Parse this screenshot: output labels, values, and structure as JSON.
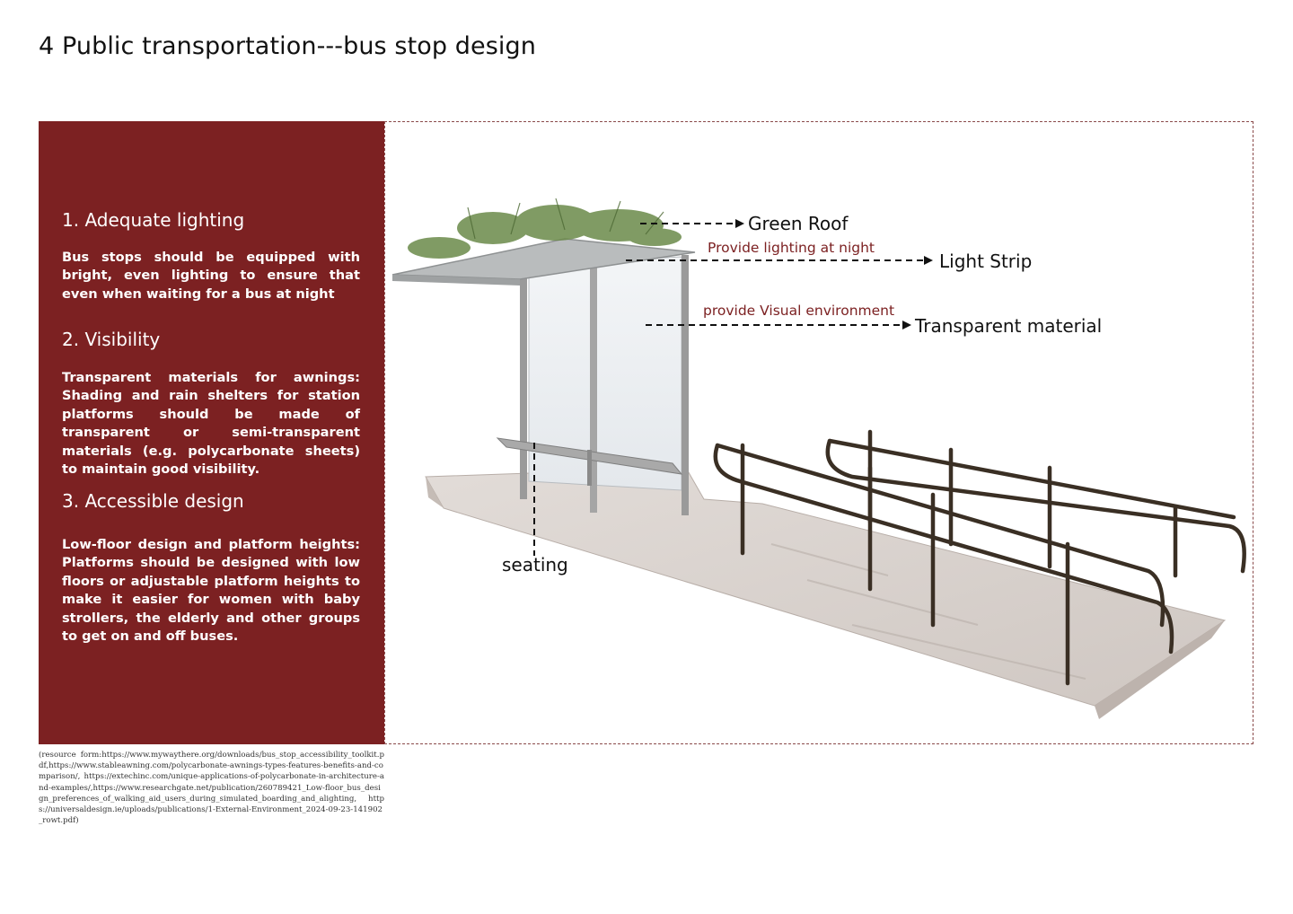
{
  "page": {
    "title": "4 Public transportation---bus stop design"
  },
  "panel": {
    "background": "#7c2122",
    "sections": [
      {
        "title": "1. Adequate lighting",
        "body": "Bus stops should be equipped with bright, even lighting to ensure that even when waiting for a bus at night"
      },
      {
        "title": "2. Visibility",
        "body": "Transparent materials for awnings: Shading and rain shelters for station platforms should be made of transparent or semi-transparent materials (e.g. polycarbonate sheets) to maintain good visibility."
      },
      {
        "title": "3. Accessible design",
        "body": "Low-floor design and platform heights: Platforms should be designed with low floors or adjustable platform heights to make it easier for women with baby strollers, the elderly and other groups to get on and off buses."
      }
    ]
  },
  "figure": {
    "callouts": {
      "green_roof": "Green Roof",
      "light_strip": "Light Strip",
      "transparent_material": "Transparent material",
      "seating": "seating"
    },
    "notes": {
      "lighting": "Provide lighting at night",
      "visual": "provide Visual environment"
    },
    "note_color": "#7c2122"
  },
  "references": "(resource form:https://www.mywaythere.org/downloads/bus_stop_accessibility_toolkit.pdf,https://www.stableawning.com/polycarbonate-awnings-types-features-benefits-and-comparison/, https://extechinc.com/unique-applications-of-polycarbonate-in-architecture-and-examples/,https://www.researchgate.net/publication/260789421_Low-floor_bus_design_preferences_of_walking_aid_users_during_simulated_boarding_and_alighting, https://universaldesign.ie/uploads/publications/1-External-Environment_2024-09-23-141902_rowt.pdf)"
}
